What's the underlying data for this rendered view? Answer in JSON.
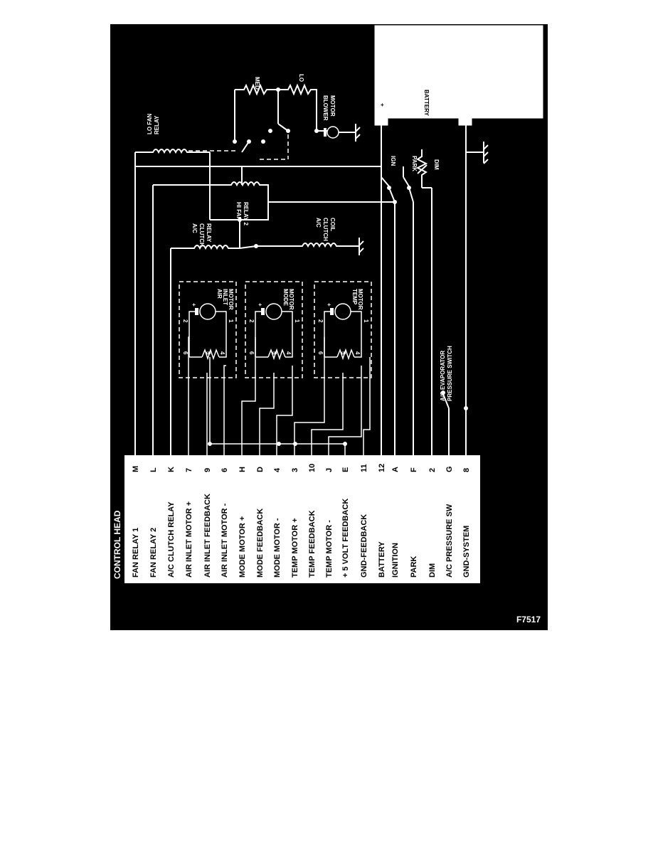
{
  "figure_id": "F7517",
  "control_head": {
    "title": "CONTROL HEAD",
    "pins": [
      {
        "name": "FAN RELAY 1",
        "code": "M"
      },
      {
        "name": "FAN RELAY 2",
        "code": "L"
      },
      {
        "name": "A/C CLUTCH RELAY",
        "code": "K"
      },
      {
        "name": "AIR INLET MOTOR +",
        "code": "7"
      },
      {
        "name": "AIR INLET FEEDBACK",
        "code": "9"
      },
      {
        "name": "AIR INLET MOTOR -",
        "code": "6"
      },
      {
        "name": "MODE MOTOR +",
        "code": "H"
      },
      {
        "name": "MODE FEEDBACK",
        "code": "D"
      },
      {
        "name": "MODE MOTOR -",
        "code": "4"
      },
      {
        "name": "TEMP MOTOR +",
        "code": "3"
      },
      {
        "name": "TEMP FEEDBACK",
        "code": "10"
      },
      {
        "name": "TEMP MOTOR -",
        "code": "J"
      },
      {
        "name": "+ 5 VOLT FEEDBACK",
        "code": "E"
      },
      {
        "name": "GND-FEEDBACK",
        "code": "11"
      },
      {
        "name": "BATTERY",
        "code": "12"
      },
      {
        "name": "IGNITION",
        "code": "A"
      },
      {
        "name": "PARK",
        "code": "F"
      },
      {
        "name": "DIM",
        "code": "2"
      },
      {
        "name": "A/C PRESSURE SW",
        "code": "G"
      },
      {
        "name": "GND-SYSTEM",
        "code": "8"
      }
    ]
  },
  "components": {
    "battery": "BATTERY",
    "battery_plus": "+",
    "lo_fan_relay": [
      "LO FAN",
      "RELAY"
    ],
    "hi_fan_relay": [
      "HI FAN",
      "RELAY 2"
    ],
    "ac_clutch_relay": [
      "A/C",
      "CLUTCH",
      "RELAY"
    ],
    "ac_clutch_coil": [
      "A/C",
      "CLUTCH",
      "COIL"
    ],
    "blower_motor": [
      "BLOWER",
      "MOTOR"
    ],
    "resistor_med": "MED",
    "resistor_lo": "LO",
    "ign": "IGN",
    "park": "PARK",
    "dim": "DIM",
    "ac_evap_switch": [
      "A/C EVAPORATOR",
      "PRESSURE SWITCH"
    ],
    "air_inlet_motor": [
      "AIR",
      "INLET",
      "MOTOR"
    ],
    "mode_motor": [
      "MODE",
      "MOTOR"
    ],
    "temp_motor": [
      "TEMP",
      "MOTOR"
    ],
    "motor_terminals": {
      "t1": "1",
      "t2": "2",
      "t4": "4",
      "t5": "5",
      "t6": "6",
      "plus": "+"
    }
  }
}
